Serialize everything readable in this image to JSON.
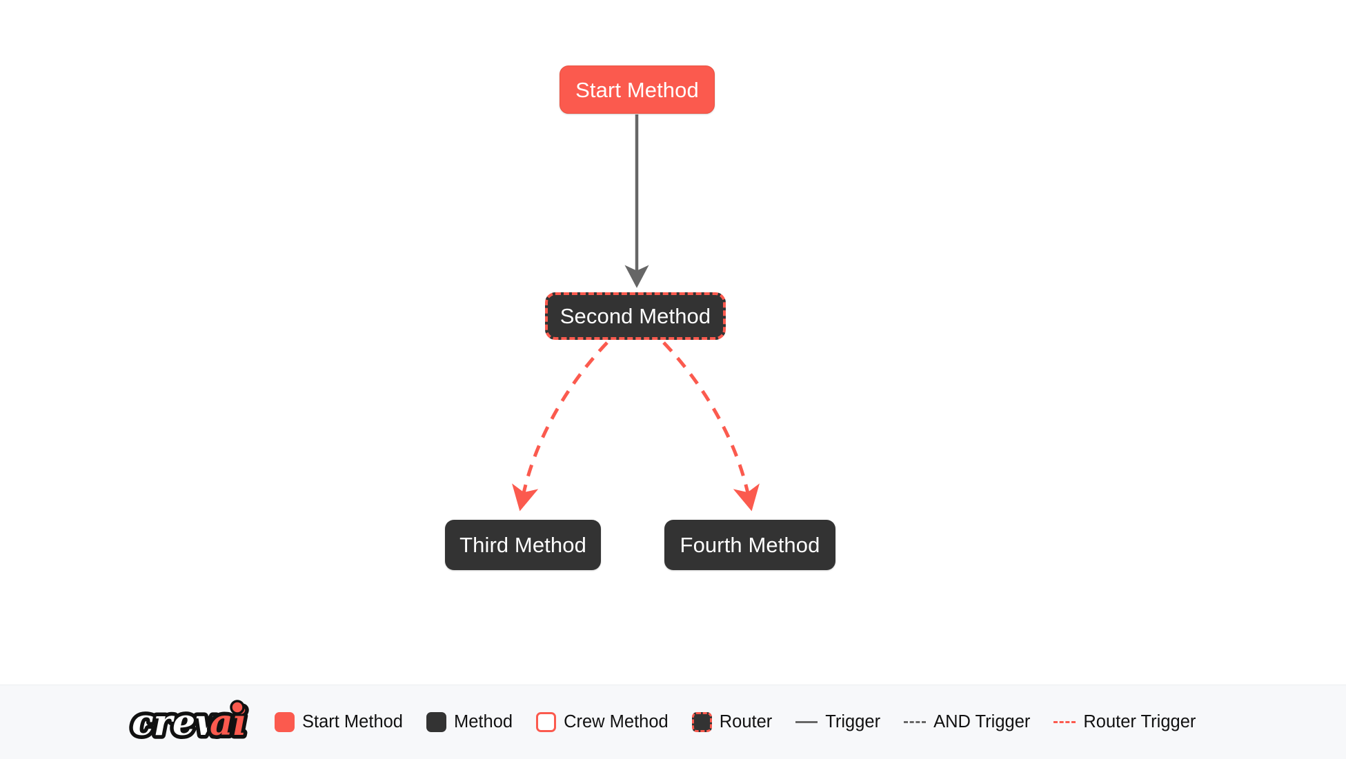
{
  "canvas": {
    "background_color": "#ffffff",
    "nodes": [
      {
        "id": "start",
        "label": "Start Method",
        "type": "start-method"
      },
      {
        "id": "second",
        "label": "Second Method",
        "type": "router"
      },
      {
        "id": "third",
        "label": "Third Method",
        "type": "method"
      },
      {
        "id": "fourth",
        "label": "Fourth Method",
        "type": "method"
      }
    ],
    "edges": [
      {
        "from": "start",
        "to": "third_placeholder",
        "style": "trigger",
        "color": "#666666"
      },
      {
        "from": "second",
        "to": "third",
        "style": "router-trigger",
        "color": "#fb5a4e"
      },
      {
        "from": "second",
        "to": "fourth",
        "style": "router-trigger",
        "color": "#fb5a4e"
      }
    ]
  },
  "legend": {
    "logo": {
      "text_primary": "crew",
      "text_accent": "ai",
      "accent_color": "#fb5a4e",
      "primary_color": "#ffffff",
      "outline_color": "#111111"
    },
    "items": [
      {
        "label": "Start Method",
        "swatch": "start-method-swatch",
        "color": "#fb5a4e"
      },
      {
        "label": "Method",
        "swatch": "method-swatch",
        "color": "#333333"
      },
      {
        "label": "Crew Method",
        "swatch": "crew-method-swatch",
        "color": "#ffffff"
      },
      {
        "label": "Router",
        "swatch": "router-swatch",
        "color": "#333333"
      },
      {
        "label": "Trigger",
        "swatch": "trigger-line-swatch",
        "color": "#666666"
      },
      {
        "label": "AND Trigger",
        "swatch": "and-trigger-line-swatch",
        "color": "#666666"
      },
      {
        "label": "Router Trigger",
        "swatch": "router-trigger-line-swatch",
        "color": "#fb5a4e"
      }
    ]
  },
  "colors": {
    "accent_red": "#fb5a4e",
    "node_dark": "#333333",
    "edge_gray": "#666666",
    "legend_bg": "#f7f8fa"
  }
}
